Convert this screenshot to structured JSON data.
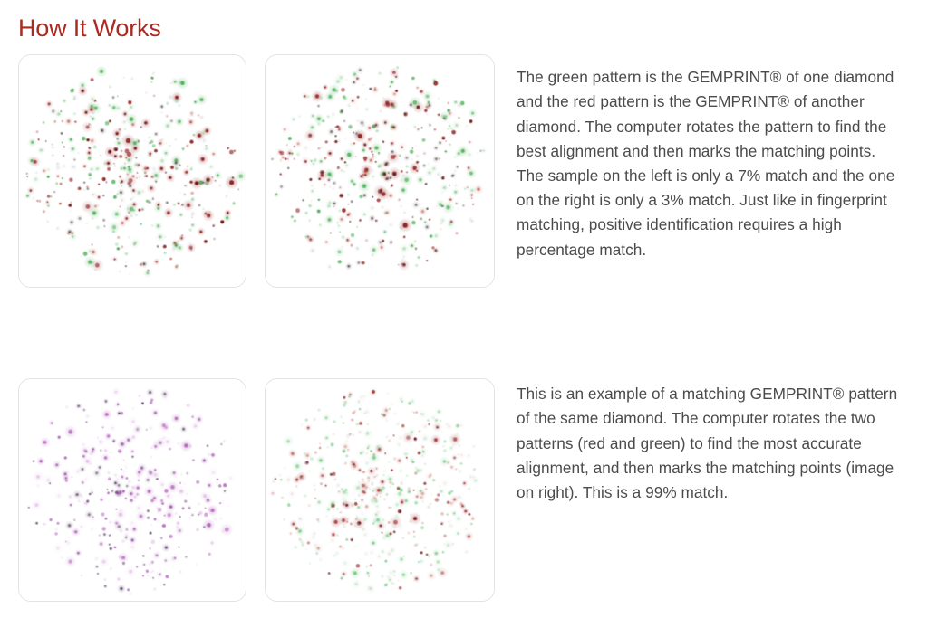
{
  "page": {
    "title": "How It Works",
    "title_color": "#a92b22",
    "background_color": "#ffffff",
    "body_text_color": "#4b4b4b"
  },
  "panels": [
    {
      "id": "panel-top-left",
      "name": "gemprint-overlay-7-percent-match",
      "caption": "",
      "dot_colors": {
        "red": "#9e1f1f",
        "green": "#3faa4a"
      },
      "match_percent": "7%"
    },
    {
      "id": "panel-top-right",
      "name": "gemprint-overlay-3-percent-match",
      "caption": "",
      "dot_colors": {
        "red": "#9e1f1f",
        "green": "#3faa4a"
      },
      "match_percent": "3%"
    },
    {
      "id": "panel-bottom-left",
      "name": "gemprint-single-pattern",
      "caption": "",
      "dot_colors": {
        "violet": "#b05ab8",
        "dark": "#5a3b66"
      },
      "match_percent": ""
    },
    {
      "id": "panel-bottom-right",
      "name": "gemprint-overlay-99-percent-match",
      "caption": "",
      "dot_colors": {
        "red": "#9e1f1f",
        "green": "#59c06a"
      },
      "match_percent": "99%"
    }
  ],
  "copy": {
    "paragraph_1": "The green pattern is the GEMPRINT® of one diamond and the red pattern is the GEMPRINT® of another diamond. The computer rotates the pattern to find the best alignment and then marks the matching points. The sample on the left is only a 7% match and the one on the right is only a 3% match. Just like in fingerprint matching, positive identification requires a high percentage match.",
    "paragraph_2": "This is an example of a matching GEMPRINT® pattern of the same diamond. The computer rotates the two patterns (red and green) to find the most accurate alignment, and then marks the matching points (image on right). This is a 99% match."
  }
}
